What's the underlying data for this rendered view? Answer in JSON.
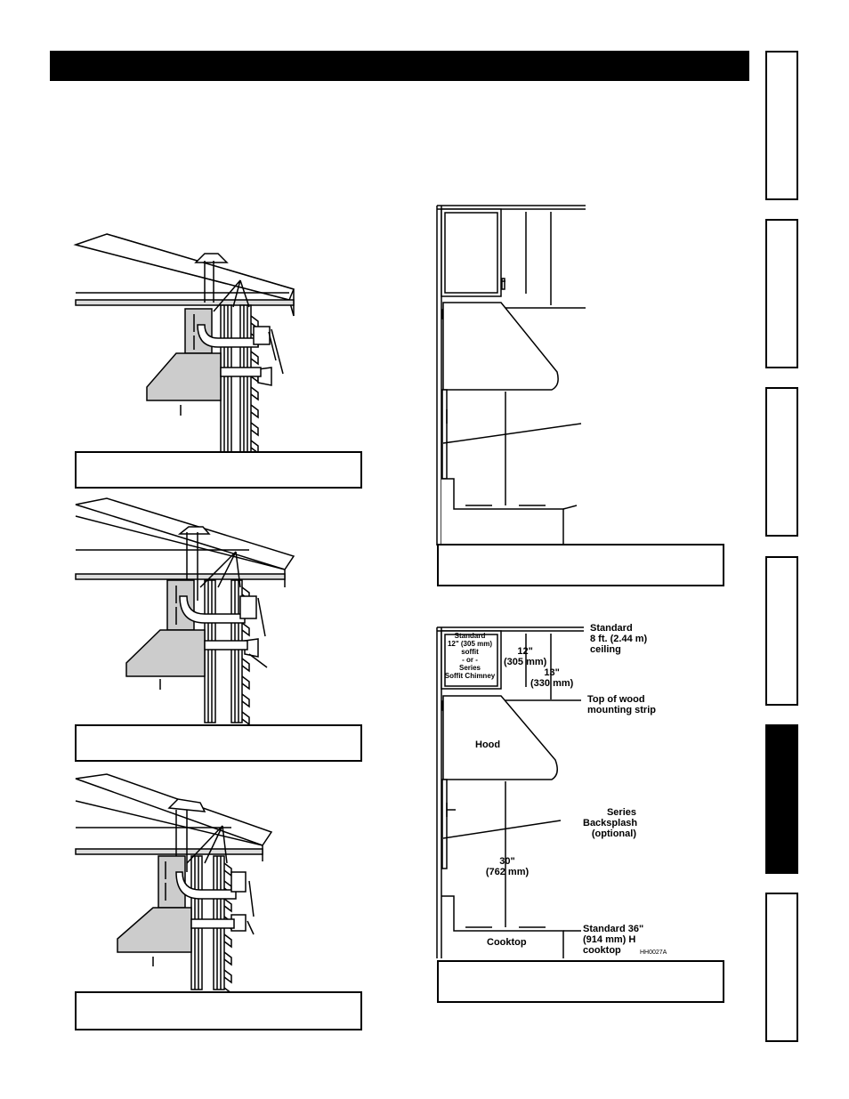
{
  "side_tabs": {
    "count": 6,
    "active_index": 4
  },
  "diagram": {
    "labels": {
      "standard_ceiling": "Standard\n8 ft. (2.44 m)\nceiling",
      "soffit": "Standard\n12\" (305 mm)\nsoffit\n- or -\nSeries\nSoffit Chimney",
      "dim_12": "12\"\n(305 mm)",
      "dim_13": "13\"\n(330 mm)",
      "mounting_strip": "Top of wood\nmounting strip",
      "hood": "Hood",
      "backsplash": "Series\nBacksplash\n(optional)",
      "dim_30": "30\"\n(762 mm)",
      "cooktop_std": "Standard 36\"\n(914 mm) H\ncooktop",
      "cooktop": "Cooktop",
      "fig_code": "HH0027A"
    }
  }
}
